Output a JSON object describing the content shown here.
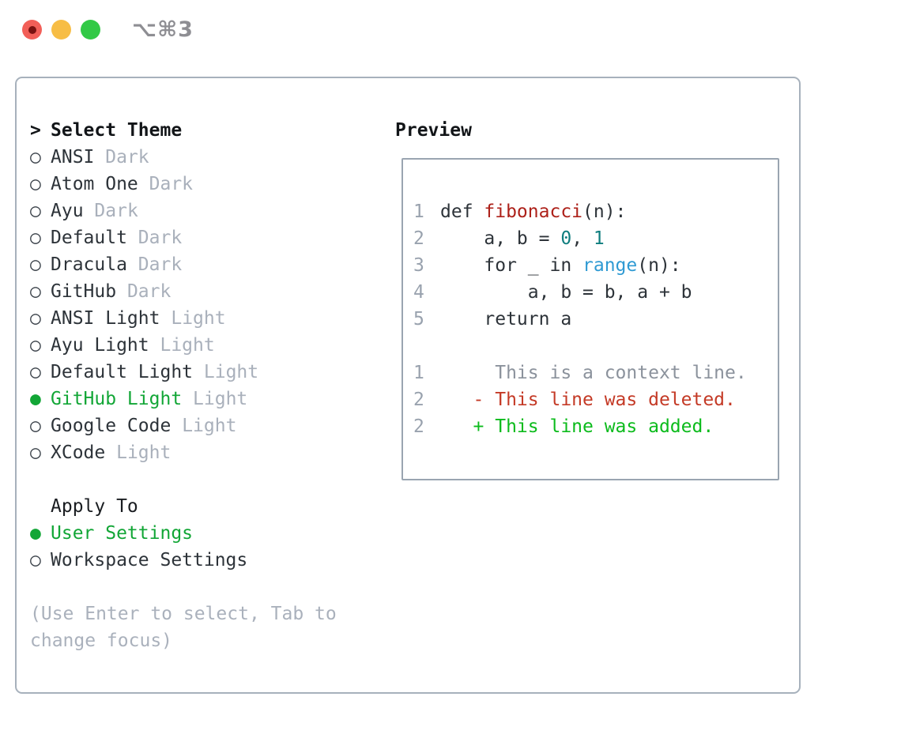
{
  "window": {
    "title": "⌥⌘3",
    "traffic_lights": {
      "close": "close",
      "minimize": "minimize",
      "zoom": "zoom"
    }
  },
  "colors": {
    "selected_green": "#12a636",
    "added_green": "#0cbb1c",
    "deleted_red": "#c43a26",
    "function_red": "#ad211a",
    "number_teal": "#0e7d7e",
    "builtin_blue": "#2f9ad3",
    "muted_gray": "#a9b0bb",
    "panel_border": "#a7b1bc",
    "traffic_red": "#f25f58",
    "traffic_yellow": "#f7bd45",
    "traffic_green": "#32c946"
  },
  "theme_list": {
    "header": {
      "prefix": ">",
      "label": "Select Theme"
    },
    "items": [
      {
        "marker": "○",
        "name": "ANSI",
        "variant": "Dark",
        "selected": false
      },
      {
        "marker": "○",
        "name": "Atom One",
        "variant": "Dark",
        "selected": false
      },
      {
        "marker": "○",
        "name": "Ayu",
        "variant": "Dark",
        "selected": false
      },
      {
        "marker": "○",
        "name": "Default",
        "variant": "Dark",
        "selected": false
      },
      {
        "marker": "○",
        "name": "Dracula",
        "variant": "Dark",
        "selected": false
      },
      {
        "marker": "○",
        "name": "GitHub",
        "variant": "Dark",
        "selected": false
      },
      {
        "marker": "○",
        "name": "ANSI Light",
        "variant": "Light",
        "selected": false
      },
      {
        "marker": "○",
        "name": "Ayu Light",
        "variant": "Light",
        "selected": false
      },
      {
        "marker": "○",
        "name": "Default Light",
        "variant": "Light",
        "selected": false
      },
      {
        "marker": "●",
        "name": "GitHub Light",
        "variant": "Light",
        "selected": true
      },
      {
        "marker": "○",
        "name": "Google Code",
        "variant": "Light",
        "selected": false
      },
      {
        "marker": "○",
        "name": "XCode",
        "variant": "Light",
        "selected": false
      }
    ]
  },
  "apply_to": {
    "header": "Apply To",
    "options": [
      {
        "marker": "●",
        "label": "User Settings",
        "selected": true
      },
      {
        "marker": "○",
        "label": "Workspace Settings",
        "selected": false
      }
    ]
  },
  "hint": {
    "line1": "(Use Enter to select, Tab to",
    "line2": "change focus)"
  },
  "preview": {
    "header": "Preview",
    "code": [
      {
        "num": "1",
        "tokens": [
          {
            "t": "def ",
            "c": "plain"
          },
          {
            "t": "fibonacci",
            "c": "func"
          },
          {
            "t": "(n):",
            "c": "plain"
          }
        ]
      },
      {
        "num": "2",
        "tokens": [
          {
            "t": "    a, b = ",
            "c": "plain"
          },
          {
            "t": "0",
            "c": "num"
          },
          {
            "t": ", ",
            "c": "plain"
          },
          {
            "t": "1",
            "c": "num"
          }
        ]
      },
      {
        "num": "3",
        "tokens": [
          {
            "t": "    for _ in ",
            "c": "plain"
          },
          {
            "t": "range",
            "c": "builtin"
          },
          {
            "t": "(n):",
            "c": "plain"
          }
        ]
      },
      {
        "num": "4",
        "tokens": [
          {
            "t": "        a, b = b, a + b",
            "c": "plain"
          }
        ]
      },
      {
        "num": "5",
        "tokens": [
          {
            "t": "    return a",
            "c": "plain"
          }
        ]
      }
    ],
    "diff": [
      {
        "num": "1",
        "text": "     This is a context line.",
        "type": "context"
      },
      {
        "num": "2",
        "text": "   - This line was deleted.",
        "type": "deleted"
      },
      {
        "num": "2",
        "text": "   + This line was added.",
        "type": "added"
      }
    ]
  }
}
